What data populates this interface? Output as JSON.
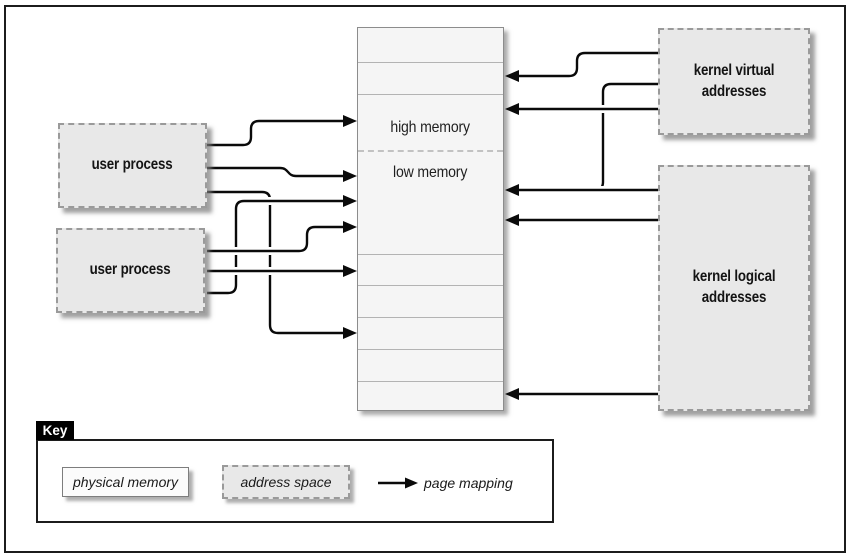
{
  "figure": {
    "type": "memory-address-diagram"
  },
  "memory_column": {
    "high_label": "high memory",
    "low_label": "low memory",
    "segment_count": 10
  },
  "boxes": {
    "user_process_1": {
      "label": "user process"
    },
    "user_process_2": {
      "label": "user process"
    },
    "kernel_virtual": {
      "label": "kernel virtual addresses"
    },
    "kernel_logical": {
      "label": "kernel logical addresses"
    }
  },
  "mappings": [
    {
      "from": "user_process_1",
      "to": "physical_memory"
    },
    {
      "from": "user_process_1",
      "to": "physical_memory"
    },
    {
      "from": "user_process_1",
      "to": "physical_memory"
    },
    {
      "from": "user_process_2",
      "to": "physical_memory"
    },
    {
      "from": "user_process_2",
      "to": "physical_memory"
    },
    {
      "from": "user_process_2",
      "to": "physical_memory"
    },
    {
      "from": "kernel_virtual_addresses",
      "to": "physical_memory_high"
    },
    {
      "from": "kernel_virtual_addresses",
      "to": "physical_memory_high"
    },
    {
      "from": "kernel_virtual_addresses",
      "to": "physical_memory_low"
    },
    {
      "from": "kernel_logical_addresses",
      "to": "physical_memory_low"
    },
    {
      "from": "kernel_logical_addresses",
      "to": "physical_memory_low"
    },
    {
      "from": "kernel_logical_addresses",
      "to": "physical_memory_low"
    }
  ],
  "key": {
    "title": "Key",
    "items": [
      {
        "label": "physical memory",
        "style": "solid-box"
      },
      {
        "label": "address space",
        "style": "dashed-box"
      },
      {
        "label": "page mapping",
        "style": "arrow"
      }
    ]
  },
  "colors": {
    "line": "#0a0a0a",
    "address_space_fill": "#e8e8e8",
    "physical_memory_fill": "#f5f5f5",
    "dashed_border": "#9a9a9a",
    "frame": "#1c1c1c",
    "key_tab_bg": "#000000",
    "key_tab_text": "#ffffff"
  }
}
